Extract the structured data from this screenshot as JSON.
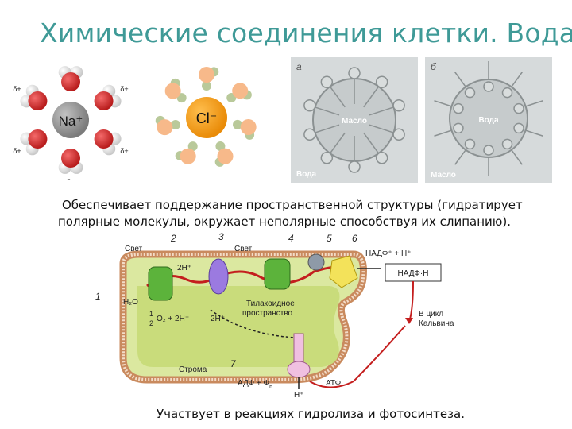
{
  "title": "Химические соединения клетки. Вода",
  "ions": {
    "na_label": "Na⁺",
    "cl_label": "Cl⁻",
    "delta_plus": "δ+",
    "delta_minus": "δ-",
    "colors": {
      "oxygen": "#d42b2b",
      "hydrogen": "#ececec",
      "na": "#9a9a9a",
      "cl": "#f29b18",
      "o_light": "#f7b98a",
      "h_light": "#b9c99a"
    }
  },
  "micelles": {
    "a": {
      "letter": "а",
      "center": "Масло",
      "outer": "Вода"
    },
    "b": {
      "letter": "б",
      "center": "Вода",
      "outer": "Масло"
    }
  },
  "text1": {
    "line1": "Обеспечивает поддержание пространственной структуры (гидратирует",
    "line2": "полярные молекулы, окружает неполярные способствуя их слипанию)."
  },
  "photosynthesis": {
    "numbers": [
      "1",
      "2",
      "3",
      "4",
      "5",
      "6",
      "7"
    ],
    "svet": "Свет",
    "svet2": "Свет",
    "two_h_plus": "2H⁺",
    "two_h_plus_b": "2H⁺",
    "h2o": "H₂O",
    "half": "1",
    "half_den": "2",
    "o2": "O₂ + 2H⁺",
    "thylakoid": "Тилакоидное",
    "thylakoid2": "пространство",
    "stroma": "Строма",
    "nadp": "НАДФ⁺ + H⁺",
    "nadph": "НАДФ·Н",
    "calvin1": "В цикл",
    "calvin2": "Кальвина",
    "adp": "АДФ + Ф",
    "adp_sub": "н",
    "atp": "АТФ",
    "h_plus": "H⁺"
  },
  "text2": "Участвует в реакциях гидролиза и фотосинтеза."
}
